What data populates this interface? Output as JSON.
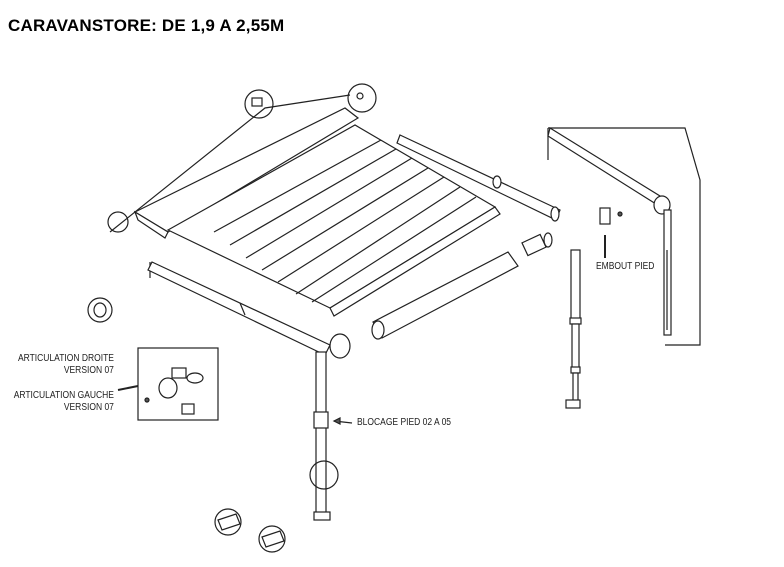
{
  "title": "CARAVANSTORE: DE 1,9 A 2,55M",
  "labels": {
    "articulation_droite": "ARTICULATION DROITE",
    "articulation_droite_version": "VERSION 07",
    "articulation_gauche": "ARTICULATION GAUCHE",
    "articulation_gauche_version": "VERSION 07",
    "blocage_pied": "BLOCAGE PIED 02 A 05",
    "embout_pied": "EMBOUT PIED"
  }
}
